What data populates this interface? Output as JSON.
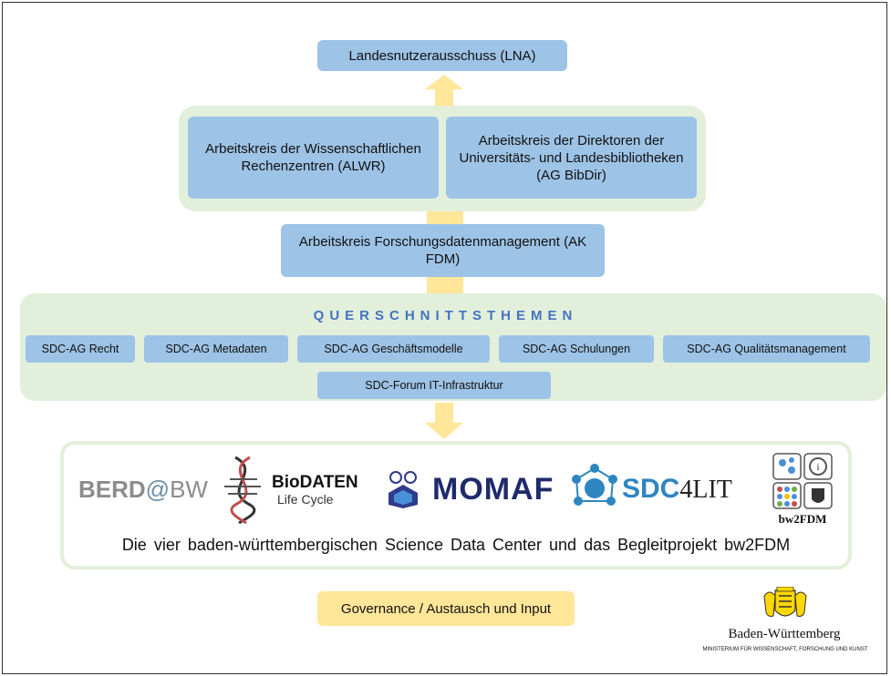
{
  "lna": "Landesnutzerausschuss (LNA)",
  "alwr": "Arbeitskreis der Wissenschaftlichen Rechenzentren (ALWR)",
  "bibdir": "Arbeitskreis der Direktoren der Universitäts- und Landesbibliotheken (AG BibDir)",
  "akfdm": "Arbeitskreis Forschungsdatenmanagement (AK FDM)",
  "querschnitt": {
    "title": "QUERSCHNITTSTHEMEN",
    "groups": [
      "SDC-AG Recht",
      "SDC-AG Metadaten",
      "SDC-AG Geschäftsmodelle",
      "SDC-AG Schulungen",
      "SDC-AG Qualitätsmanagement"
    ],
    "forum": "SDC-Forum IT-Infrastruktur"
  },
  "logos": {
    "berd_a": "BERD",
    "berd_b": "@",
    "berd_c": "BW",
    "biodaten_a": "BioDATEN",
    "biodaten_b": "Life Cycle",
    "momaf": "MOMAF",
    "sdc4lit_a": "SDC",
    "sdc4lit_b": "4LIT",
    "bw2fdm": "bw2FDM"
  },
  "caption": "Die vier baden-württembergischen Science Data Center und das Begleitprojekt bw2FDM",
  "governance": "Governance / Austausch und Input",
  "ministry": {
    "name": "Baden-Württemberg",
    "subtitle": "MINISTERIUM FÜR WISSENSCHAFT, FORSCHUNG UND KUNST"
  },
  "colors": {
    "box_blue": "#9dc3e6",
    "panel_green": "#e2efda",
    "arrow_yellow": "#ffe699",
    "title_blue": "#4472c4"
  }
}
